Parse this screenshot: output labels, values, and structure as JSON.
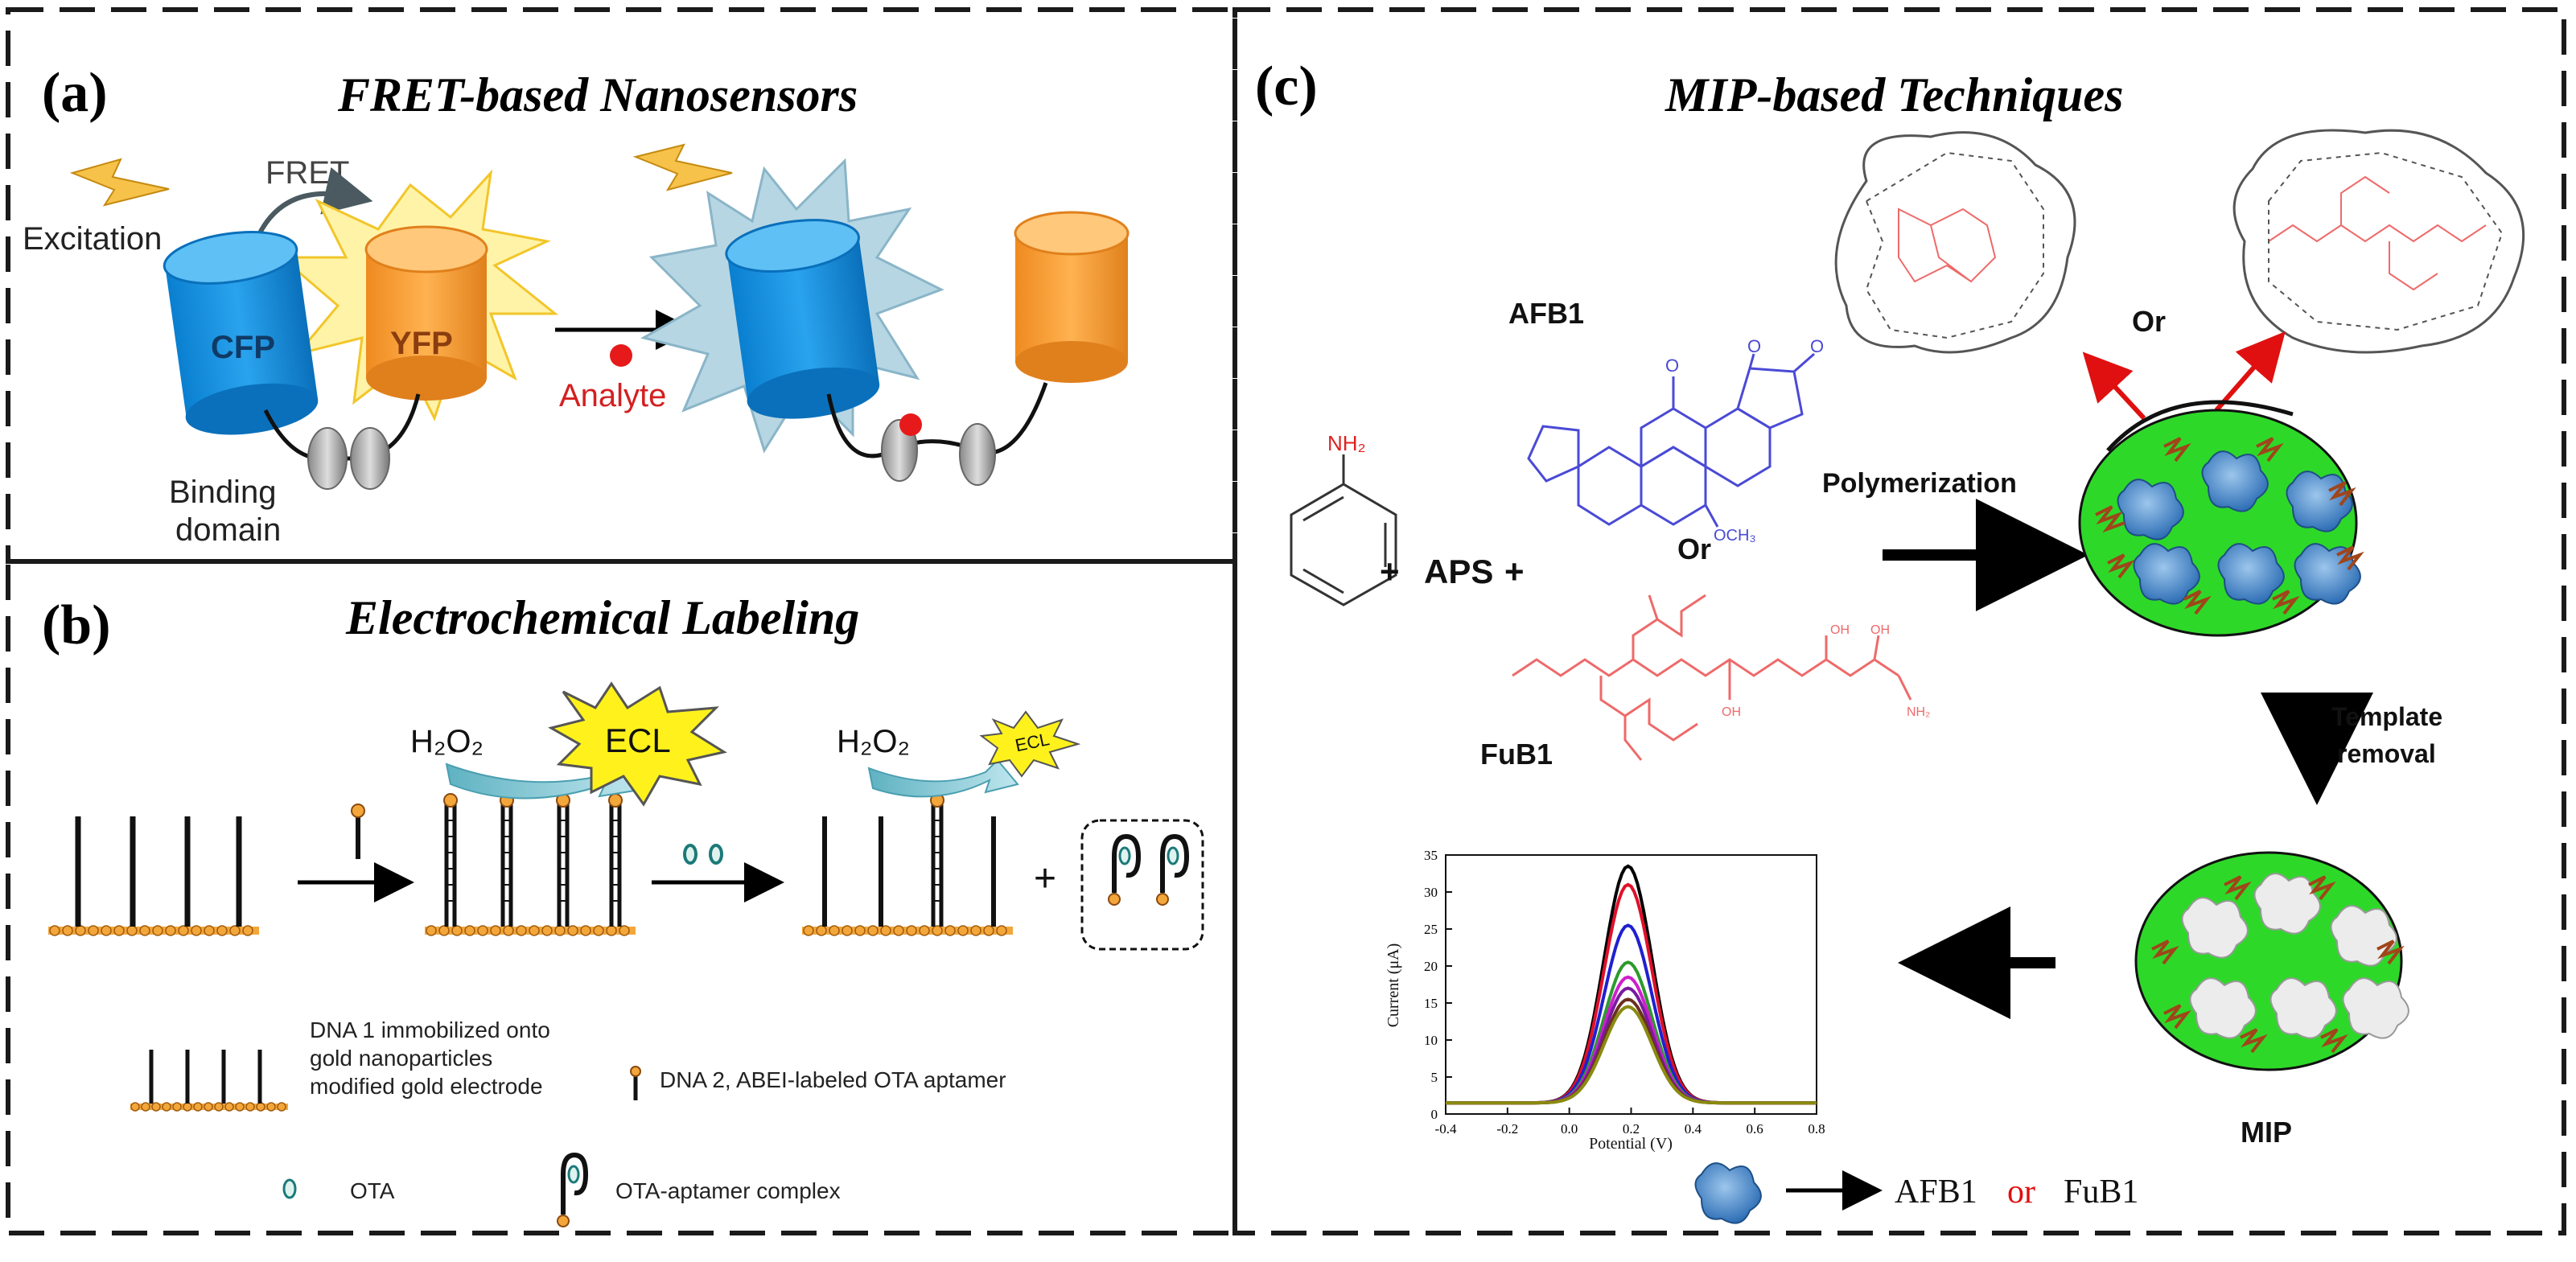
{
  "panels": {
    "a": {
      "letter": "(a)",
      "title": "FRET-based Nanosensors",
      "labels": {
        "fret": "FRET",
        "excitation": "Excitation",
        "cfp": "CFP",
        "yfp": "YFP",
        "analyte": "Analyte",
        "binding_domain_1": "Binding",
        "binding_domain_2": "domain"
      }
    },
    "b": {
      "letter": "(b)",
      "title": "Electrochemical Labeling",
      "labels": {
        "h2o2_a": "H₂O₂",
        "h2o2_b": "H₂O₂",
        "ecl_big": "ECL",
        "ecl_small": "ECL",
        "plus": "+"
      },
      "legend": {
        "dna1_line1": "DNA 1 immobilized onto",
        "dna1_line2": "gold nanoparticles",
        "dna1_line3": "modified gold electrode",
        "dna2": "DNA 2, ABEI-labeled OTA aptamer",
        "ota": "OTA",
        "complex": "OTA-aptamer complex"
      }
    },
    "c": {
      "letter": "(c)",
      "title": "MIP-based Techniques",
      "labels": {
        "nh2": "NH₂",
        "plus1": "+",
        "aps": "APS",
        "plus2": "+",
        "afb1": "AFB1",
        "or_mid": "Or",
        "fub1": "FuB1",
        "polymerization": "Polymerization",
        "or_top": "Or",
        "template_1": "Template",
        "template_2": "removal",
        "mip": "MIP",
        "legend_afb1": "AFB1",
        "legend_or": "or",
        "legend_fub1": "FuB1"
      },
      "colors": {
        "mip_green": "#2ed829",
        "template_blue": "#3d7fc4",
        "afb1_blue": "#4a4ad6",
        "fub1_red": "#ee6a6a"
      }
    }
  },
  "chart_data": {
    "type": "line",
    "xlabel": "Potential (V)",
    "ylabel": "Current (μA)",
    "xlim": [
      -0.4,
      0.8
    ],
    "ylim": [
      0,
      35
    ],
    "xticks": [
      "-0.4",
      "-0.2",
      "0.0",
      "0.2",
      "0.4",
      "0.6",
      "0.8"
    ],
    "yticks": [
      "0",
      "5",
      "10",
      "15",
      "20",
      "25",
      "30",
      "35"
    ],
    "peak_x": 0.19,
    "baseline": 1.5,
    "series": [
      {
        "color": "#000000",
        "peak": 33.5
      },
      {
        "color": "#e0102a",
        "peak": 31.0
      },
      {
        "color": "#2020d0",
        "peak": 25.5
      },
      {
        "color": "#2c9a2c",
        "peak": 20.5
      },
      {
        "color": "#cc20cc",
        "peak": 18.5
      },
      {
        "color": "#7a1aa0",
        "peak": 17.0
      },
      {
        "color": "#6a3020",
        "peak": 15.5
      },
      {
        "color": "#8a8a10",
        "peak": 14.5
      }
    ]
  }
}
